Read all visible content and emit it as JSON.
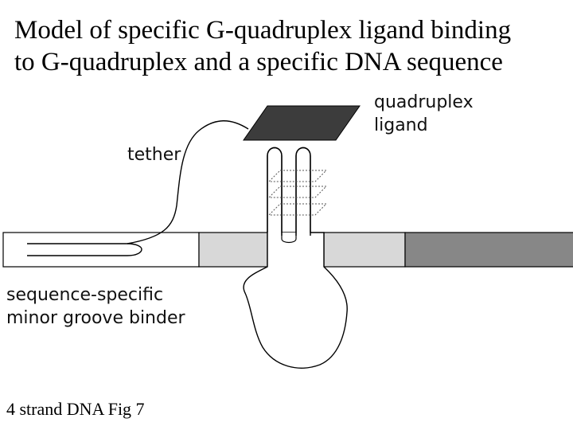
{
  "title": {
    "line1": "Model of specific G-quadruplex ligand binding",
    "line2": "to G-quadruplex and a specific DNA sequence"
  },
  "labels": {
    "quadruplex_ligand_line1": "quadruplex",
    "quadruplex_ligand_line2": "ligand",
    "tether": "tether",
    "binder_line1": "sequence-specific",
    "binder_line2": "minor groove binder"
  },
  "footer": "4 strand DNA Fig 7",
  "colors": {
    "ligand_fill": "#3c3c3c",
    "dna_light": "#d8d8d8",
    "dna_dark": "#878787",
    "outline": "#000000"
  }
}
